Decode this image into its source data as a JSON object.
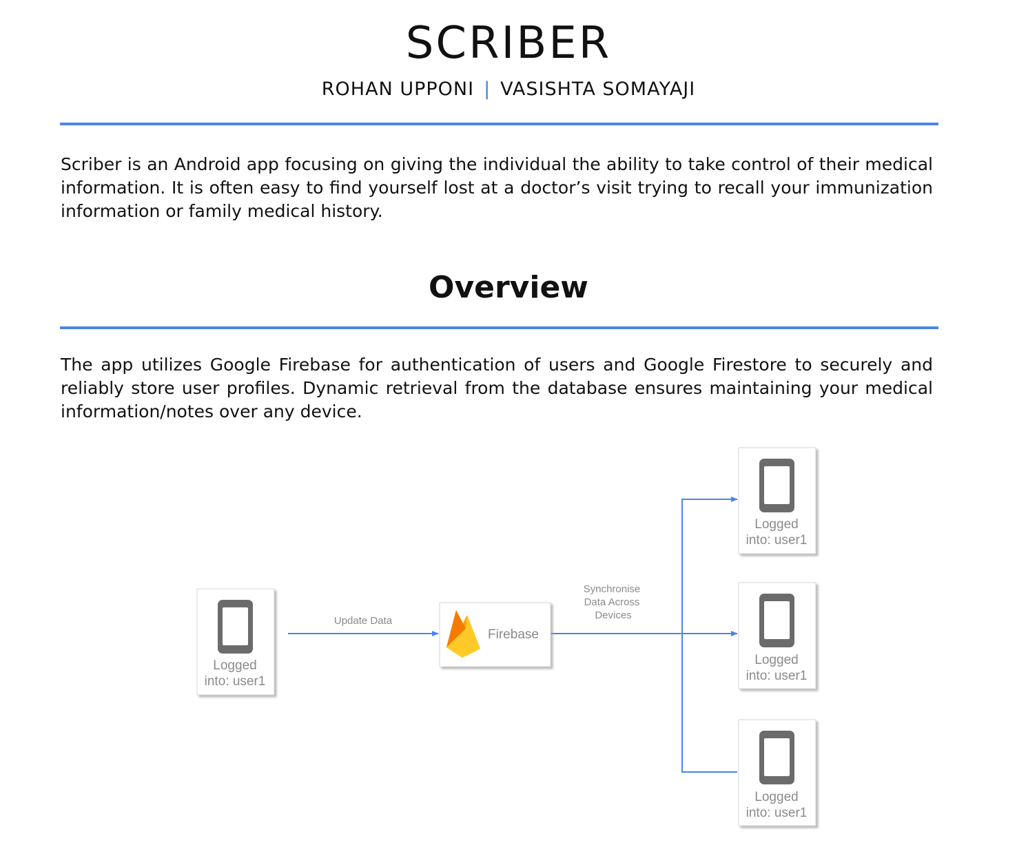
{
  "header": {
    "title": "SCRIBER",
    "author_1": "ROHAN UPPONI",
    "separator": "|",
    "author_2": "VASISHTA SOMAYAJI"
  },
  "intro": {
    "paragraph": "Scriber is an Android app focusing on giving the individual the ability to take control of their medical information. It is often easy to find yourself lost at a doctor’s visit trying to recall your immunization information or family medical history."
  },
  "overview": {
    "heading": "Overview",
    "paragraph": "The app utilizes Google Firebase for authentication of users and Google Firestore to securely and reliably store user profiles. Dynamic retrieval from the database ensures maintaining your medical information/notes over any device."
  },
  "diagram": {
    "source_device": {
      "line1": "Logged",
      "line2": "into: user1",
      "icon": "phone-icon"
    },
    "update_label": "Update Data",
    "firebase": {
      "label": "Firebase",
      "icon": "firebase-flame-icon"
    },
    "sync_label": [
      "Synchronise",
      "Data Across",
      "Devices"
    ],
    "target_devices": [
      {
        "line1": "Logged",
        "line2": "into: user1",
        "icon": "phone-icon"
      },
      {
        "line1": "Logged",
        "line2": "into: user1",
        "icon": "phone-icon"
      },
      {
        "line1": "Logged",
        "line2": "into: user1",
        "icon": "phone-icon"
      }
    ],
    "colors": {
      "arrow": "#4a86e8",
      "device": "#6b6b6b",
      "flame_orange": "#f5a623",
      "flame_yellow": "#ffca28"
    }
  }
}
